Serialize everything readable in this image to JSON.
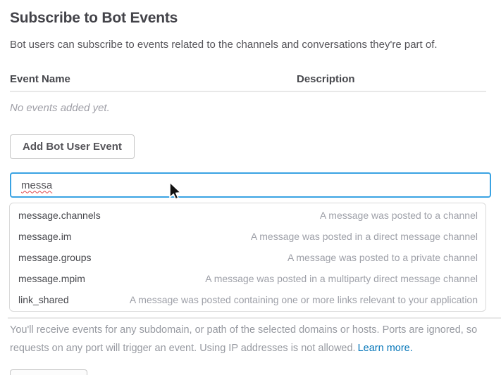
{
  "header": {
    "title": "Subscribe to Bot Events",
    "subtitle": "Bot users can subscribe to events related to the channels and conversations they're part of."
  },
  "events_table": {
    "columns": [
      "Event Name",
      "Description"
    ],
    "empty_message": "No events added yet."
  },
  "buttons": {
    "add_event": "Add Bot User Event"
  },
  "search": {
    "value": "messa"
  },
  "dropdown": {
    "items": [
      {
        "name": "message.channels",
        "description": "A message was posted to a channel"
      },
      {
        "name": "message.im",
        "description": "A message was posted in a direct message channel"
      },
      {
        "name": "message.groups",
        "description": "A message was posted to a private channel"
      },
      {
        "name": "message.mpim",
        "description": "A message was posted in a multiparty direct message channel"
      },
      {
        "name": "link_shared",
        "description": "A message was posted containing one or more links relevant to your application"
      }
    ]
  },
  "footer": {
    "text": "You'll receive events for any subdomain, or path of the selected domains or hosts. Ports are ignored, so requests on any port will trigger an event. Using IP addresses is not allowed.",
    "link_label": "Learn more."
  },
  "colors": {
    "focus_border": "#3aa3e3",
    "link": "#0576b9",
    "heading_text": "#434349",
    "body_text": "#555459",
    "muted_text": "#9e9ea6",
    "button_border": "#c5c5c5",
    "divider": "#e8e8e8",
    "spellcheck_underline": "#e0474c"
  }
}
